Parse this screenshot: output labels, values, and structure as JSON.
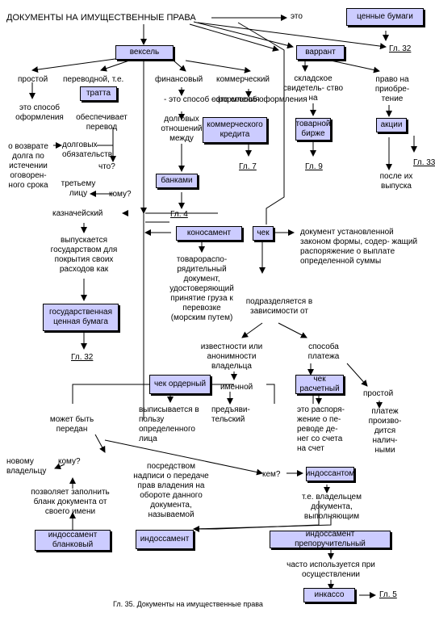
{
  "title": "ДОКУМЕНТЫ НА ИМУЩЕСТВЕННЫЕ ПРАВА",
  "title_note": "это",
  "boxes": {
    "securities": "ценные бумаги",
    "bill": "вексель",
    "warrant": "варрант",
    "tratta": "тратта",
    "commercial_credit": "коммерческого кредита",
    "commodity_exchange": "товарной бирже",
    "shares": "акции",
    "banks": "банками",
    "konosament": "коносамент",
    "check": "чек",
    "state_security": "государственная ценная бумага",
    "order_check": "чек ордерный",
    "settlement_check": "чек расчетный",
    "indossant": "индоссантом",
    "indossament": "индоссамент",
    "blank_indossament": "индоссамент бланковый",
    "procuration_indossament": "индоссамент препоручительный",
    "inkasso": "инкассо"
  },
  "refs": {
    "g32a": "Гл. 32",
    "g7": "Гл. 7",
    "g9": "Гл. 9",
    "g33": "Гл. 33",
    "g4": "Гл. 4",
    "g32b": "Гл. 32",
    "g5": "Гл. 5"
  },
  "labels": {
    "simple": "простой",
    "simple_desc": "это способ оформления",
    "transferable": "переводной, т.е.",
    "secures_transfer": "обеспечивает перевод",
    "debt_obligations": "долговых обязательств",
    "what": "что?",
    "debt_return": "о возврате долга по истечении оговорен- ного срока",
    "third_person": "третьему лицу",
    "to_whom1": "кому?",
    "treasury": "казначейский",
    "issued_state": "выпускается государством для покрытия своих расходов как",
    "financial": "финансовый",
    "formation_method": "- это способ оформления",
    "debt_relations": "долговых отношений между",
    "commercial": "коммерческий",
    "commercial_desc": "- это способ оформления",
    "warehouse_cert": "складское свидетель- ство на",
    "acquire_right": "право на приобре- тение",
    "after_issue": "после их выпуска",
    "konosament_desc": "товарораспо- рядительный документ, удостоверяющий принятие груза к перевозке (морским путем)",
    "check_desc": "документ установленной законом формы, содер- жащий распоряжение о выплате определенной суммы",
    "divided": "подразделяется в зависимости от",
    "naming": "известности или анонимности владельца",
    "payment_method": "способа платежа",
    "named": "именной",
    "bearer": "предъяви- тельский",
    "simple2": "простой",
    "cash_payment": "платеж произво- дится налич- ными",
    "order_desc": "выписывается в пользу определенного лица",
    "settlement_desc": "это распоря- жение о пе- реводе де- нег со счета на счет",
    "may_be_transferred": "может быть передан",
    "new_owner": "новому владельцу",
    "to_whom2": "кому?",
    "by_inscription": "посредством надписи о передаче прав владения на обороте данного документа, называемой",
    "who": "кем?",
    "owner_doing": "т.е. владельцем документа, выполняющим",
    "allows_fill": "позволяет заполнить бланк документа от своего имени",
    "often_used": "часто используется при осуществлении",
    "caption": "Гл. 35. Документы на имущественные права"
  },
  "colors": {
    "box_fill": "#ccccff",
    "line": "#000000"
  }
}
